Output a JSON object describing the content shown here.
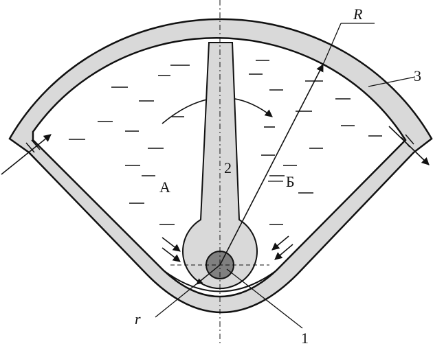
{
  "diagram": {
    "labels": {
      "R": "R",
      "r": "r",
      "A": "А",
      "B": "Б",
      "n1": "1",
      "n2": "2",
      "n3": "3"
    },
    "colors": {
      "housing_fill": "#d9d9d9",
      "hub_fill": "#808080",
      "stroke": "#111111",
      "background": "#ffffff"
    }
  }
}
